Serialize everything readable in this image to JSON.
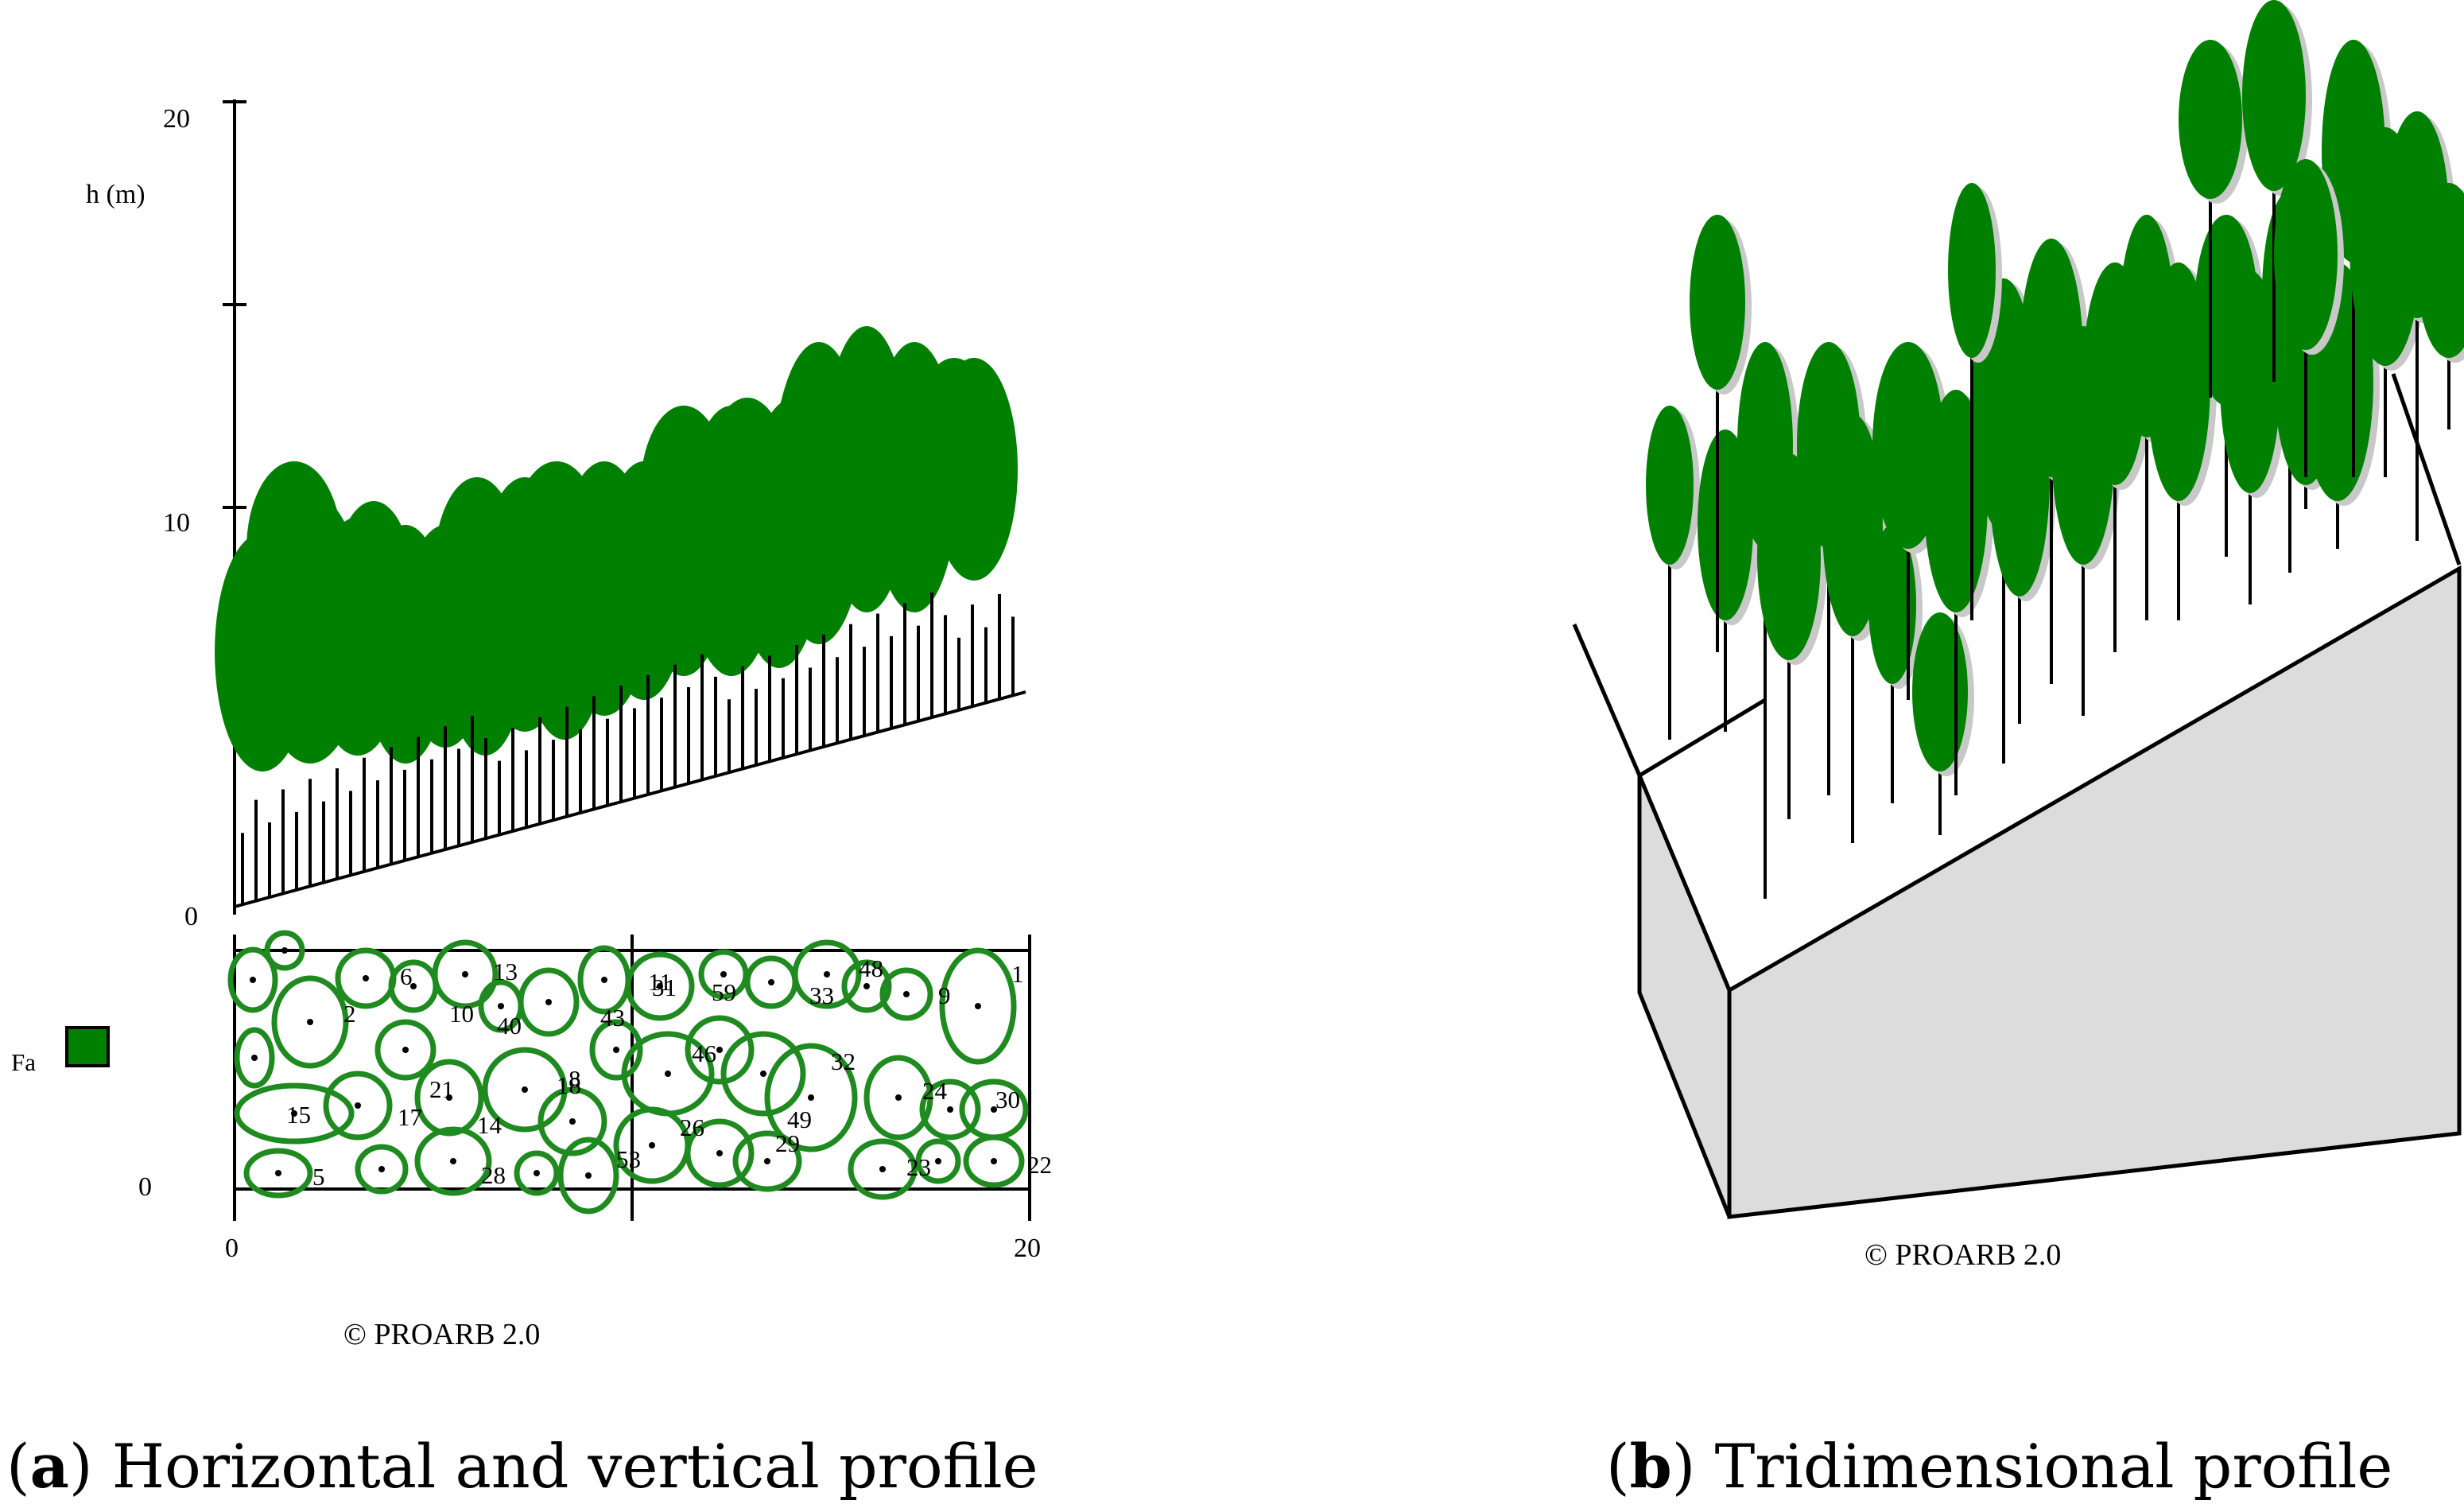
{
  "panel_a": {
    "caption_letter": "a",
    "caption_text": "Horizontal and vertical profile",
    "vertical_axis": {
      "label": "h (m)",
      "ticks": [
        "20",
        "10",
        "0"
      ]
    },
    "horizontal_axis": {
      "ticks": [
        "0",
        "20"
      ],
      "left_tick": "0"
    },
    "legend": {
      "label": "Fa",
      "color": "#008000"
    },
    "tree_labels": [
      "1",
      "2",
      "5",
      "6",
      "8",
      "9",
      "10",
      "11",
      "13",
      "14",
      "15",
      "17",
      "18",
      "21",
      "22",
      "23",
      "24",
      "26",
      "28",
      "29",
      "30",
      "31",
      "32",
      "33",
      "40",
      "43",
      "46",
      "48",
      "49",
      "53",
      "59"
    ],
    "copyright": "© PROARB 2.0"
  },
  "panel_b": {
    "caption_letter": "b",
    "caption_text": "Tridimensional profile",
    "copyright": "© PROARB 2.0"
  },
  "colors": {
    "crown": "#008000",
    "crown_outline": "#1f8a1f",
    "shadow": "#c8c8c8",
    "ground_face": "#dcdcdc",
    "line": "#000000"
  }
}
